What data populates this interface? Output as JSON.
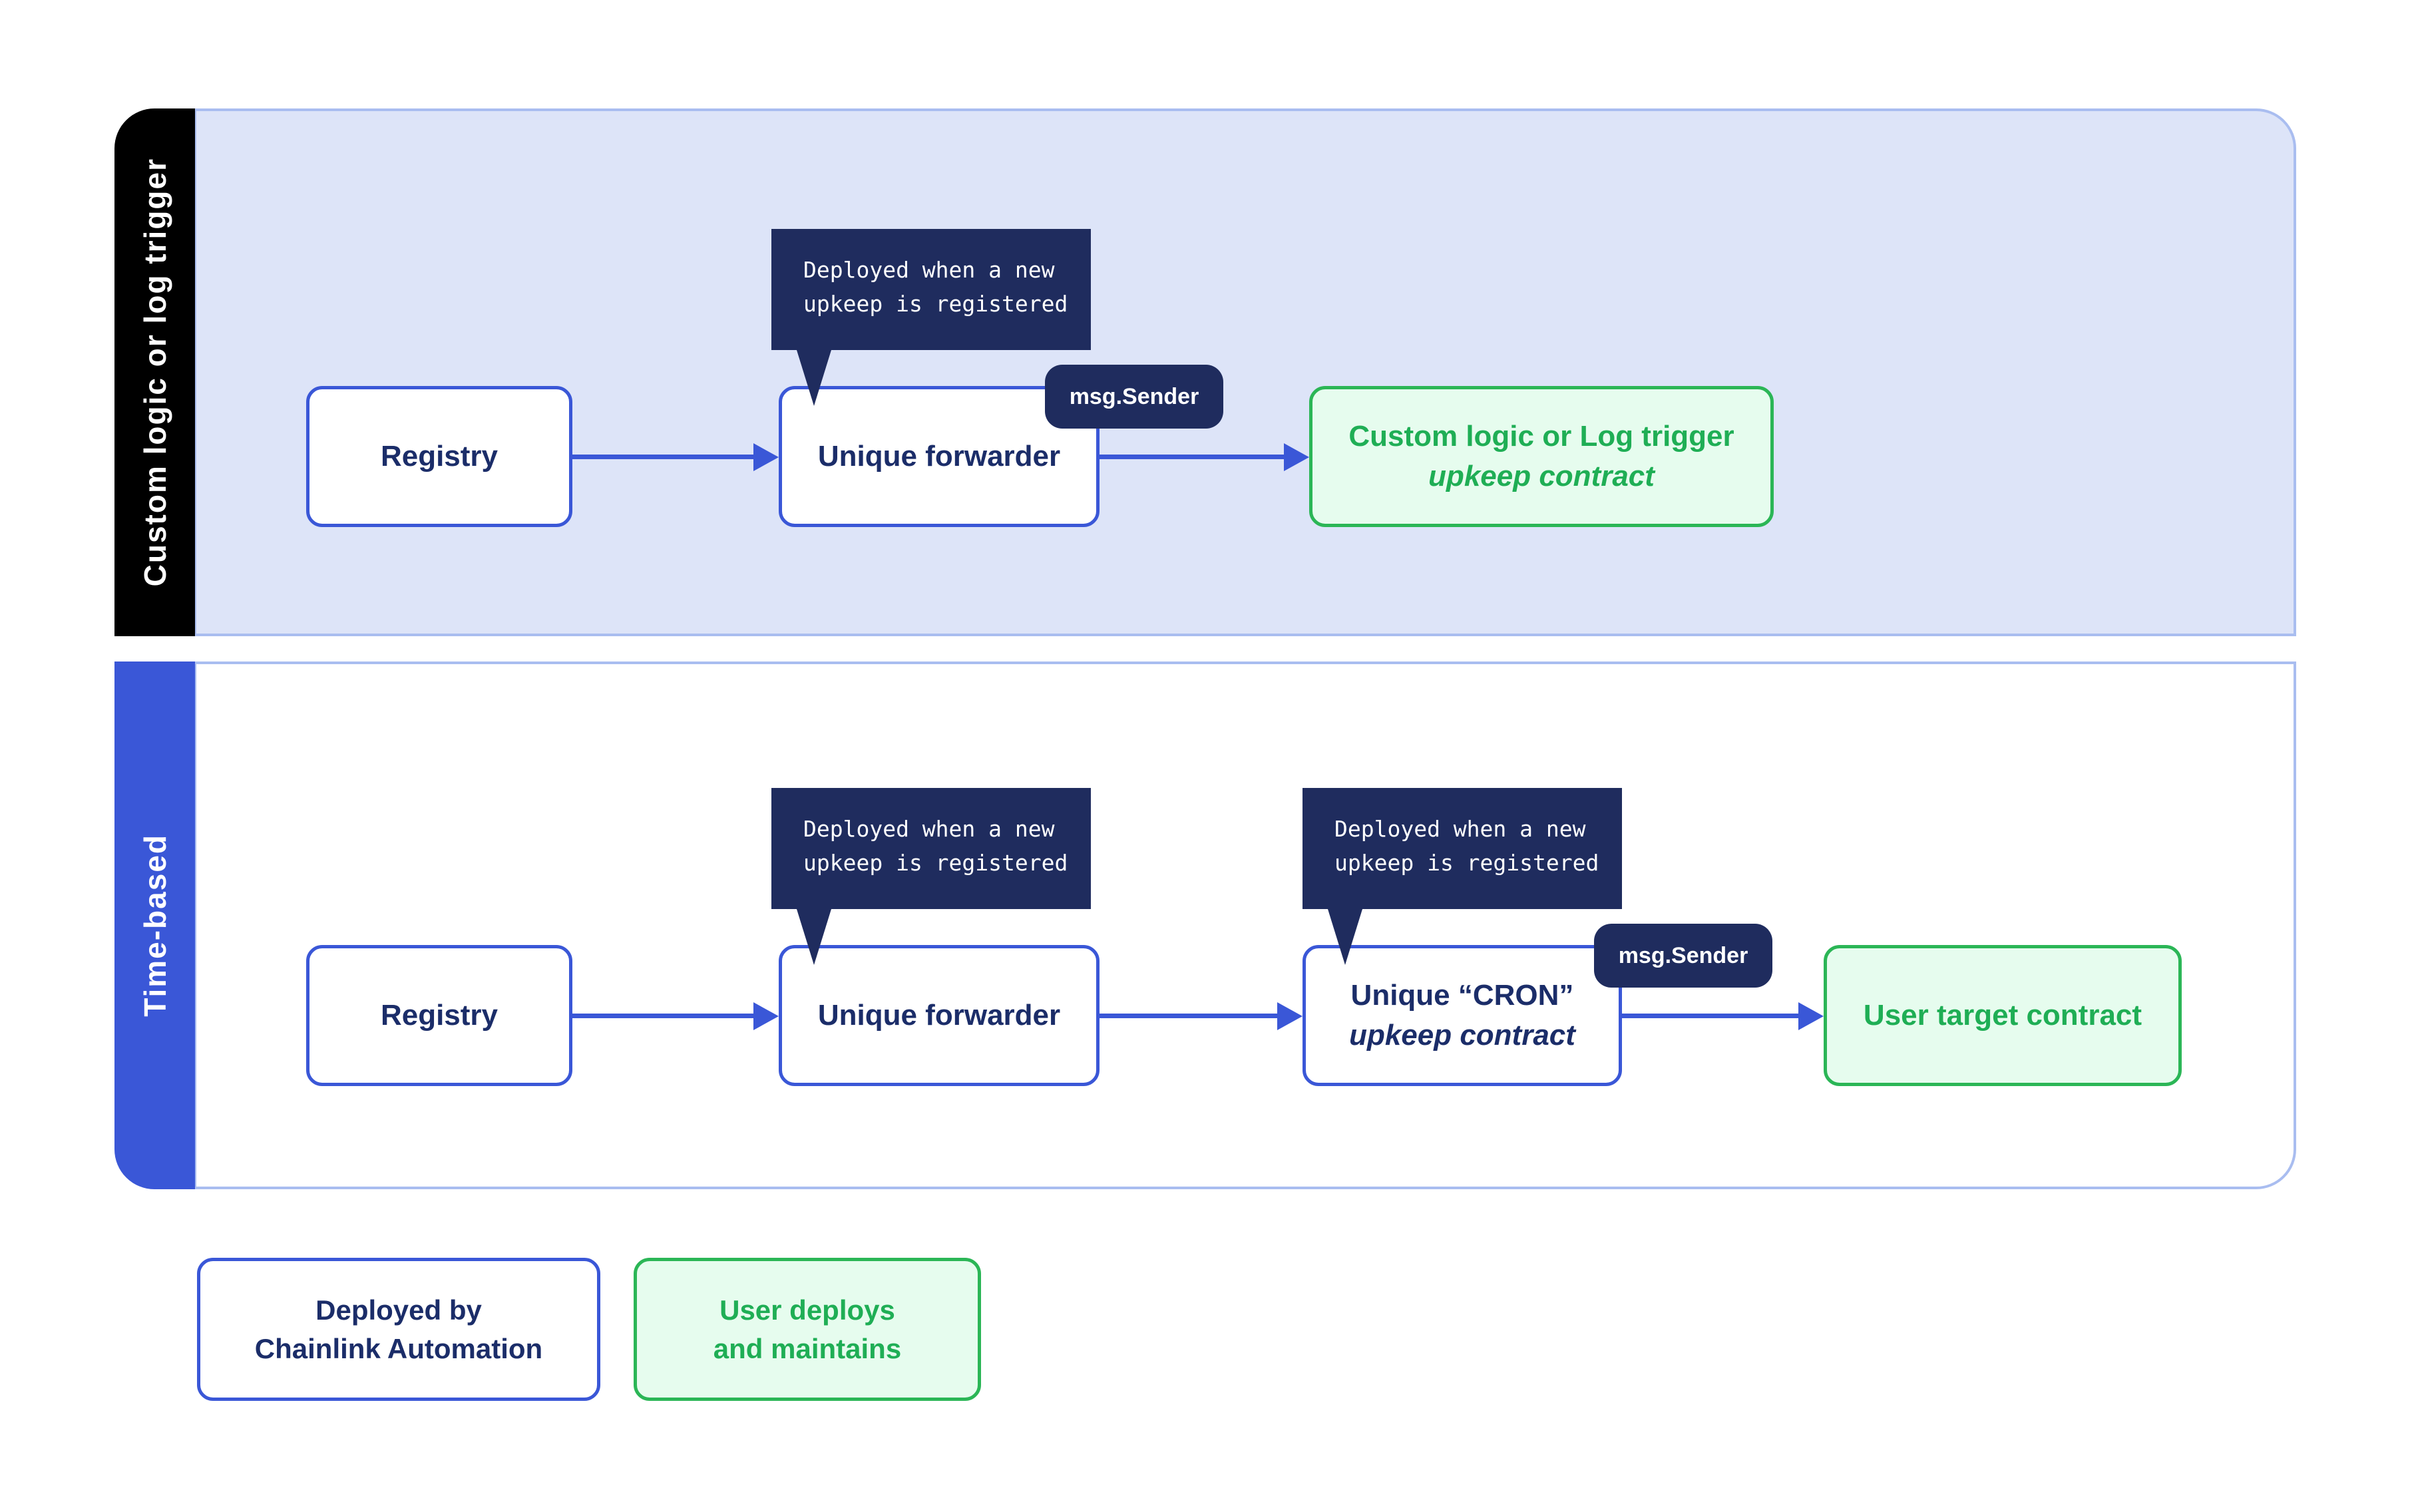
{
  "colors": {
    "blue": "#3a57d7",
    "panel-border": "#a9bdf0",
    "lane1-bg": "#dde4f8",
    "navy": "#1f2c5e",
    "text-navy": "#1b2d69",
    "green": "#2bb656",
    "green-bg": "#e6fcee",
    "green-text": "#1fae55",
    "black": "#000000",
    "white": "#ffffff"
  },
  "tooltip": {
    "line1": "Deployed when a new",
    "line2": "upkeep is registered"
  },
  "badge": "msg.Sender",
  "lane1": {
    "label": "Custom logic or log trigger",
    "registry": "Registry",
    "forwarder": "Unique forwarder",
    "target_line1": "Custom logic or Log trigger",
    "target_line2": "upkeep contract"
  },
  "lane2": {
    "label": "Time-based",
    "registry": "Registry",
    "forwarder": "Unique forwarder",
    "cron_line1": "Unique “CRON”",
    "cron_line2": "upkeep contract",
    "target": "User target contract"
  },
  "legend": {
    "chainlink_line1": "Deployed by",
    "chainlink_line2": "Chainlink Automation",
    "user_line1": "User deploys",
    "user_line2": "and maintains"
  }
}
